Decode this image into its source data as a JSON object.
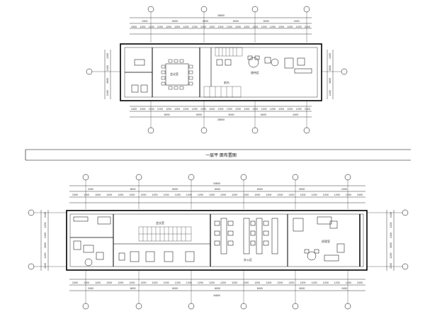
{
  "drawing": {
    "title_bar": {
      "text": "一层平 面布置图"
    },
    "plan_top": {
      "top_dims_total": "28800",
      "top_dims_row2": [
        "2400",
        "6000",
        "6000",
        "6000",
        "6000",
        "2400"
      ],
      "top_dims_row1": [
        "2400",
        "1200",
        "1200",
        "1200",
        "1200",
        "1200",
        "1200",
        "1200",
        "1200",
        "1200",
        "1200",
        "1200",
        "1200",
        "1200",
        "1200",
        "1200",
        "1200",
        "1200",
        "1200",
        "1200",
        "2400"
      ],
      "bottom_dims_row1": [
        "2400",
        "1200",
        "1200",
        "1200",
        "1200",
        "1200",
        "1200",
        "1200",
        "1200",
        "1200",
        "1200",
        "1200",
        "1200",
        "1200",
        "1200",
        "1200",
        "1200",
        "1200",
        "1200",
        "1200",
        "2400"
      ],
      "bottom_dims_row2": [
        "6000",
        "6000",
        "6000",
        "6000",
        "2400"
      ],
      "bottom_dims_total": "28800",
      "left_dims": [
        "2400",
        "2400",
        "3600",
        "2400"
      ],
      "right_dims": [
        "2400",
        "3600",
        "3600",
        "2400"
      ],
      "room_labels": [
        "会议室",
        "接待区",
        "前台"
      ]
    },
    "plan_bottom": {
      "top_dims_total": "34800",
      "top_dims_row2": [
        "2400",
        "6000",
        "6000",
        "6000",
        "6000",
        "6000",
        "2400"
      ],
      "top_dims_row1": [
        "2400",
        "1200",
        "1200",
        "1200",
        "1200",
        "1200",
        "1200",
        "1200",
        "1200",
        "1200",
        "1200",
        "1200",
        "1200",
        "1200",
        "1200",
        "1200",
        "1200",
        "1200",
        "1200",
        "1200",
        "1200",
        "1200",
        "1200",
        "1200",
        "1200",
        "2400"
      ],
      "bottom_dims_row1": [
        "2400",
        "1200",
        "1200",
        "1200",
        "1200",
        "1200",
        "1200",
        "1200",
        "1200",
        "1200",
        "1200",
        "1200",
        "1200",
        "1200",
        "1200",
        "1200",
        "1200",
        "1200",
        "1200",
        "1200",
        "1200",
        "1200",
        "1200",
        "1200",
        "1200",
        "2400"
      ],
      "bottom_dims_row2": [
        "2400",
        "6000",
        "6000",
        "6000",
        "6000",
        "6000",
        "2400"
      ],
      "bottom_dims_total": "34800",
      "left_dims": [
        "2400",
        "1200",
        "2400",
        "3600",
        "1200",
        "2400"
      ],
      "right_dims": [
        "2400",
        "1200",
        "2400",
        "3600",
        "1200",
        "2400"
      ],
      "room_labels": [
        "办公区",
        "经理室",
        "会议室"
      ]
    }
  }
}
